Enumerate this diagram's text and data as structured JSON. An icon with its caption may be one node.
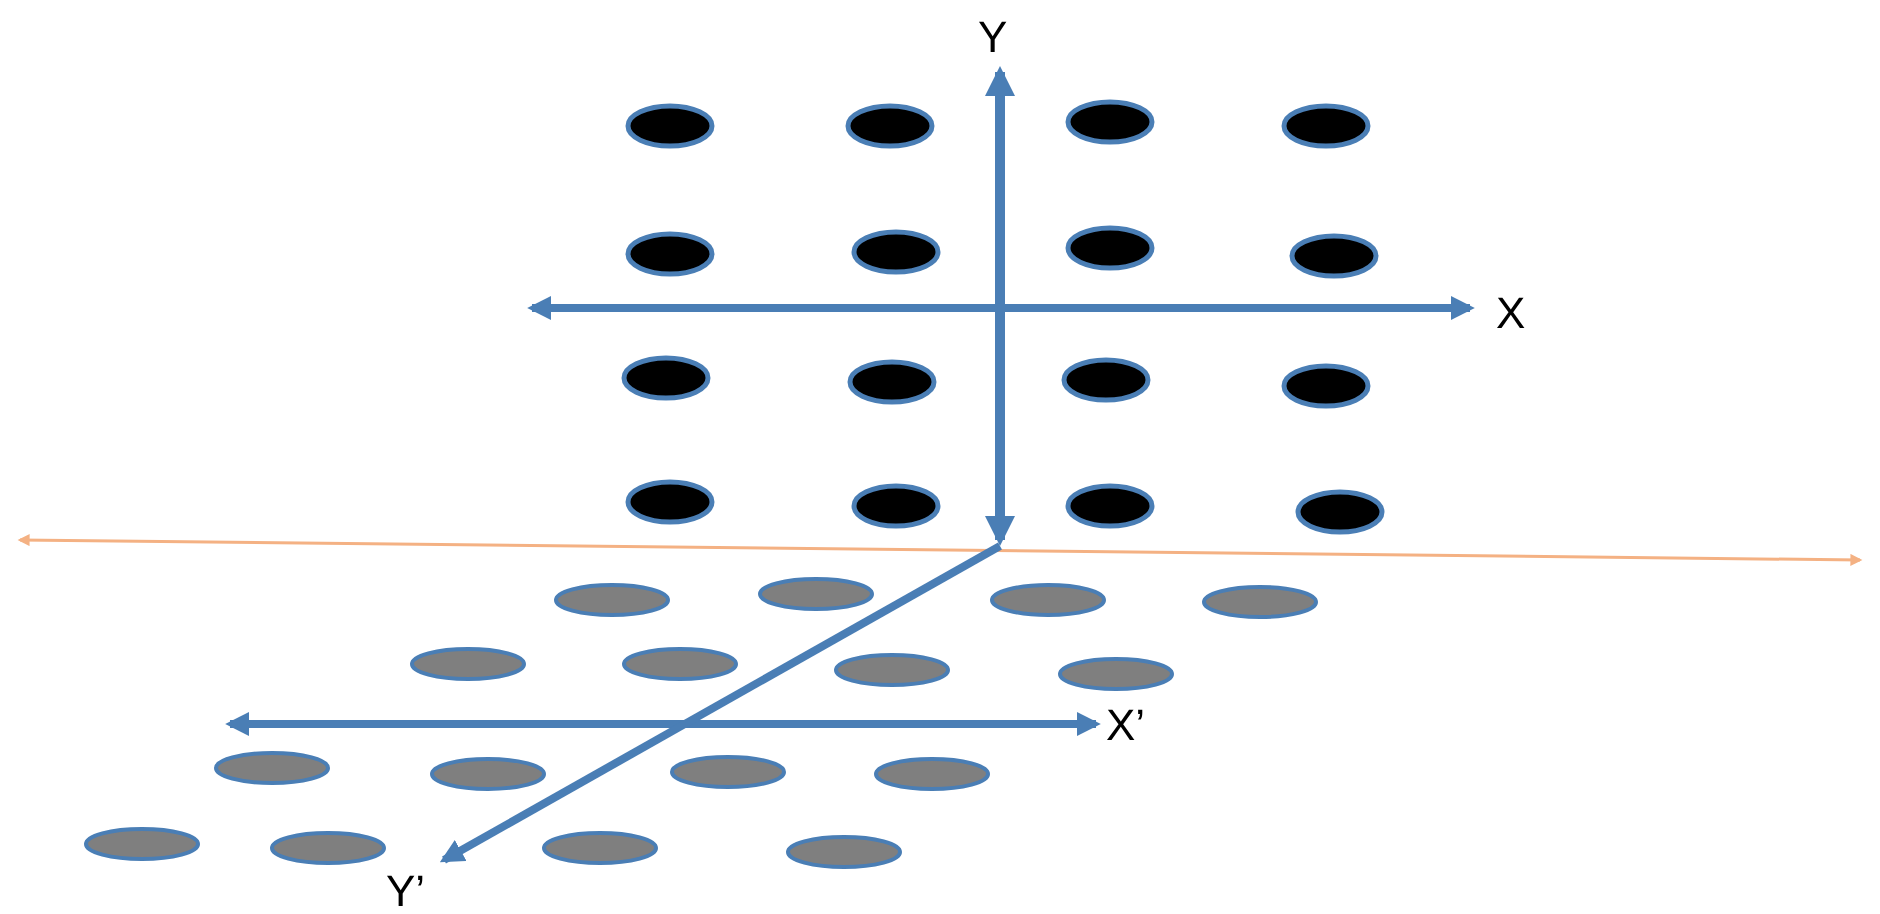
{
  "diagram": {
    "labels": [
      "Y",
      "X",
      "X’",
      "Y’"
    ]
  }
}
